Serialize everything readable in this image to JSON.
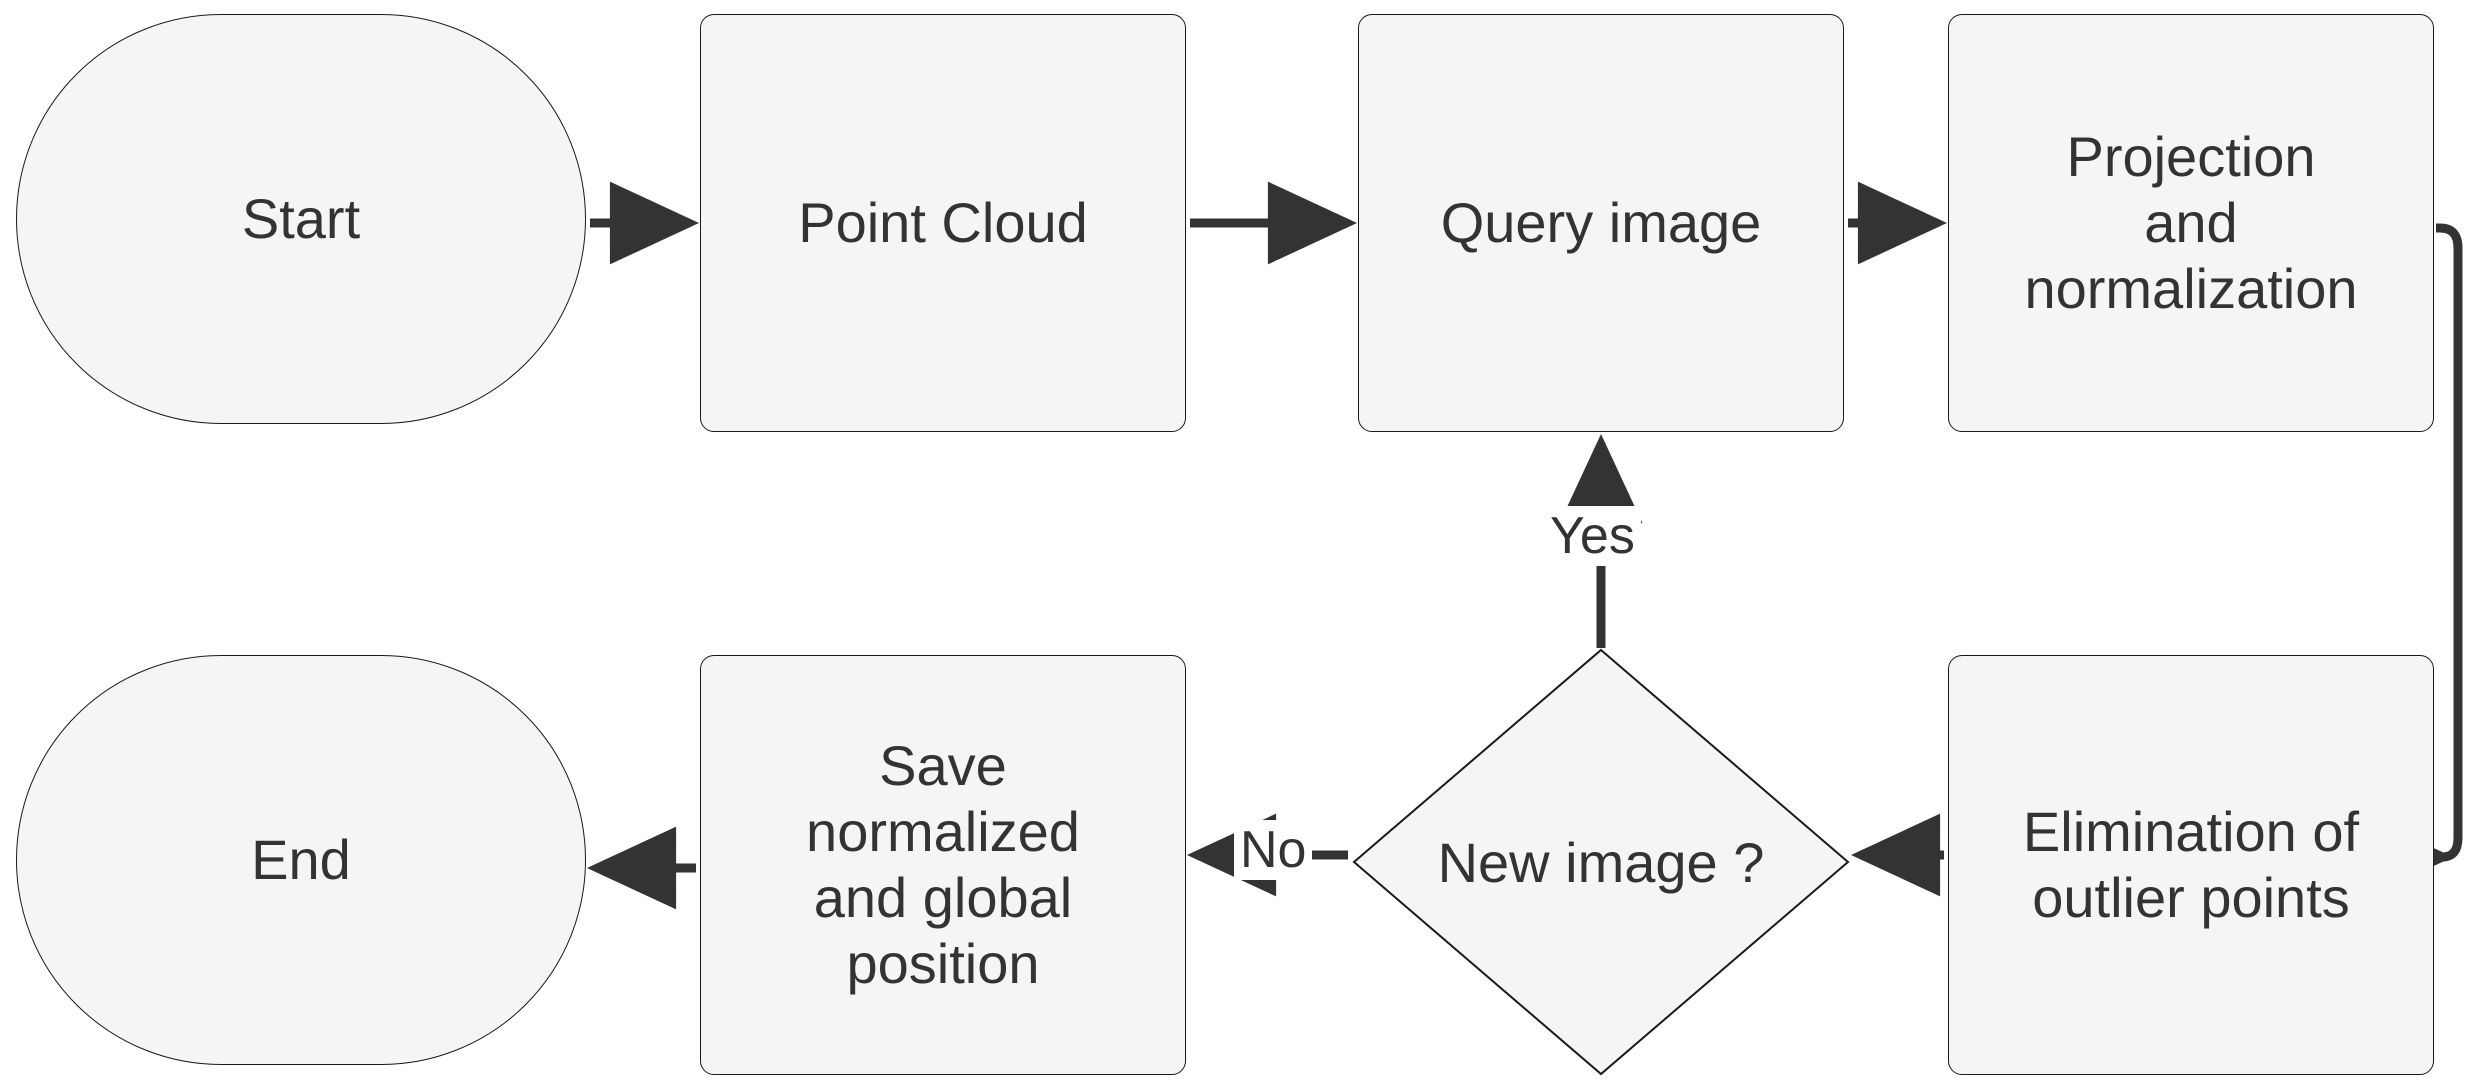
{
  "diagram": {
    "title": "Point cloud image normalization pipeline flowchart",
    "type": "flowchart",
    "background_color": "#ffffff",
    "node_fill_color": "#f5f5f5",
    "node_border_color": "#1a1a1a",
    "edge_color": "#333333",
    "text_color": "#333333"
  },
  "nodes": [
    {
      "id": "start",
      "label": "Start",
      "shape": "terminal"
    },
    {
      "id": "point_cloud",
      "label": "Point Cloud",
      "shape": "process"
    },
    {
      "id": "query_image",
      "label": "Query image",
      "shape": "process"
    },
    {
      "id": "projection",
      "label": "Projection\nand\nnormalization",
      "shape": "process"
    },
    {
      "id": "elimination",
      "label": "Elimination of\noutlier points",
      "shape": "process"
    },
    {
      "id": "decision",
      "label": "New image ?",
      "shape": "decision"
    },
    {
      "id": "save",
      "label": "Save\nnormalized\nand global\nposition",
      "shape": "process"
    },
    {
      "id": "end",
      "label": "End",
      "shape": "terminal"
    }
  ],
  "edges": [
    {
      "from": "start",
      "to": "point_cloud",
      "label": ""
    },
    {
      "from": "point_cloud",
      "to": "query_image",
      "label": ""
    },
    {
      "from": "query_image",
      "to": "projection",
      "label": ""
    },
    {
      "from": "projection",
      "to": "elimination",
      "label": ""
    },
    {
      "from": "elimination",
      "to": "decision",
      "label": ""
    },
    {
      "from": "decision",
      "to": "query_image",
      "label": "Yes"
    },
    {
      "from": "decision",
      "to": "save",
      "label": "No"
    },
    {
      "from": "save",
      "to": "end",
      "label": ""
    }
  ],
  "edge_labels": {
    "yes": "Yes",
    "no": "No"
  }
}
